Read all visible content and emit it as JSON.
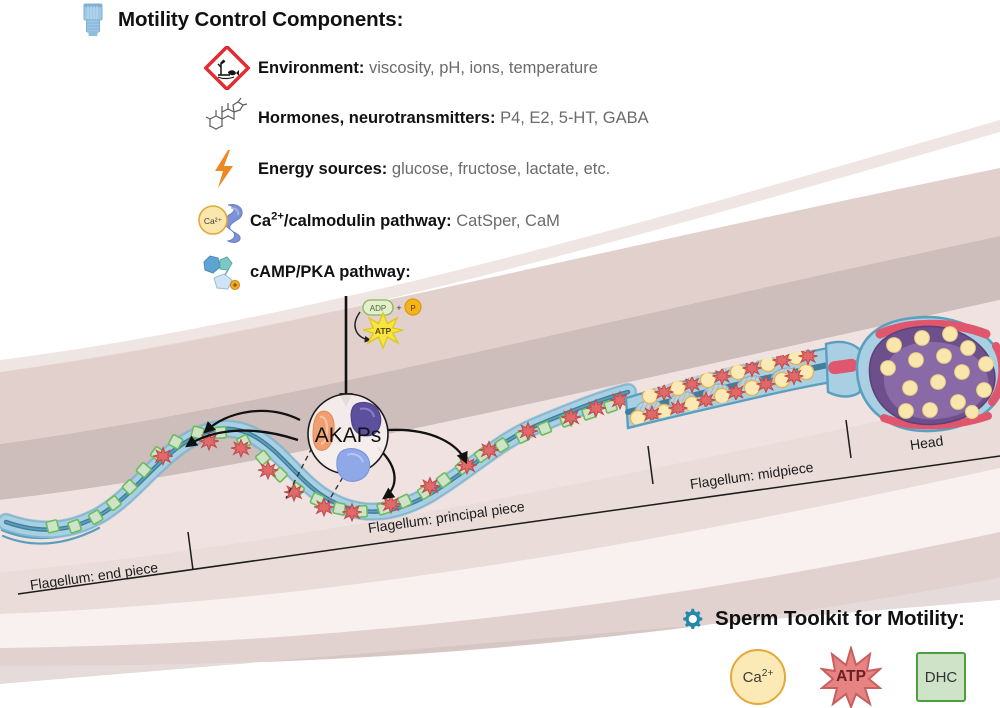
{
  "header": {
    "title": "Motility Control Components:",
    "icon": "test-tube-icon"
  },
  "components": [
    {
      "icon": "ghs-environmental-hazard-icon",
      "label": "Environment:",
      "values": "viscosity, pH, ions, temperature"
    },
    {
      "icon": "steroid-molecule-icon",
      "label": "Hormones, neurotransmitters:",
      "values": "P4, E2, 5-HT, GABA"
    },
    {
      "icon": "lightning-bolt-icon",
      "label": "Energy sources:",
      "values": "glucose, fructose, lactate, etc."
    },
    {
      "icon": "calcium-calmodulin-icon",
      "label_html": "Ca<sup>2+</sup>/calmodulin pathway:",
      "values": "CatSper, CaM"
    },
    {
      "icon": "camp-molecule-icon",
      "label": "cAMP/PKA pathway:",
      "values": ""
    }
  ],
  "pathway_diagram": {
    "adp_label": "ADP",
    "plus_label": "+",
    "phosphate_label": "P",
    "atp_label": "ATP",
    "hub_label": "AKAPs"
  },
  "anatomy_labels": [
    {
      "text": "Flagellum: end piece"
    },
    {
      "text": "Flagellum: principal piece"
    },
    {
      "text": "Flagellum: midpiece"
    },
    {
      "text": "Head"
    }
  ],
  "toolkit": {
    "icon": "gear-icon",
    "title": "Sperm Toolkit for Motility:",
    "items": [
      {
        "name": "calcium-chip",
        "label_html": "Ca<sup>2+</sup>"
      },
      {
        "name": "atp-chip",
        "label": "ATP"
      },
      {
        "name": "dhc-chip",
        "label": "DHC"
      }
    ]
  },
  "colors": {
    "background_white": "#ffffff",
    "band_dark_mauve": "#cdbdbb",
    "band_mid_pink": "#e9d9d6",
    "band_light_pink": "#efe2e0",
    "band_palest": "#f8f1ef",
    "membrane_blue": "#9cc8de",
    "membrane_stroke": "#5b9fbf",
    "axoneme_blue": "#3f7f9b",
    "nucleus_purple": "#8b6aa8",
    "nucleus_purple_dark": "#6d4f8c",
    "acrosome_red": "#e0566d",
    "calcium_yellow": "#fbe9b6",
    "calcium_stroke": "#e3a93a",
    "atp_red": "#e06a6a",
    "atp_red_stroke": "#c04a4a",
    "dhc_green_fill": "#cfe3c8",
    "dhc_green_stroke": "#49a03c",
    "mitochondria_gray": "#b9ccd6",
    "energy_orange": "#ee8822",
    "hazard_red": "#e8292f",
    "gear_teal": "#2389a8",
    "akap_orange": "#f0a070",
    "akap_purple": "#5b4f9e",
    "akap_blue": "#8fa8e8",
    "text_dark": "#111111",
    "text_gray": "#6b6b6b"
  }
}
